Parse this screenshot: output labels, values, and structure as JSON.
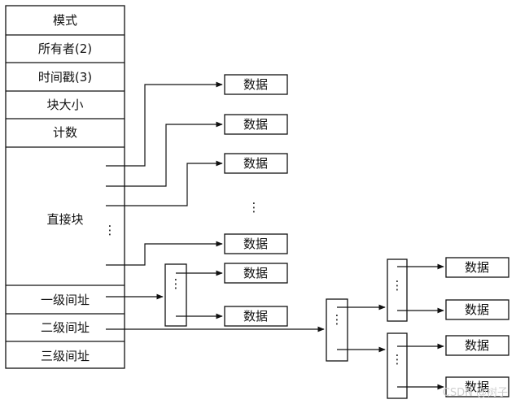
{
  "inode": {
    "mode": "模式",
    "owners": "所有者(2)",
    "timestamps": "时间戳(3)",
    "block_size": "块大小",
    "count": "计数",
    "direct_blocks": "直接块",
    "single_indirect": "一级间址",
    "double_indirect": "二级间址",
    "triple_indirect": "三级间址"
  },
  "data_label": "数据",
  "ellipsis": "⋮",
  "watermark": "CSDN @树子"
}
